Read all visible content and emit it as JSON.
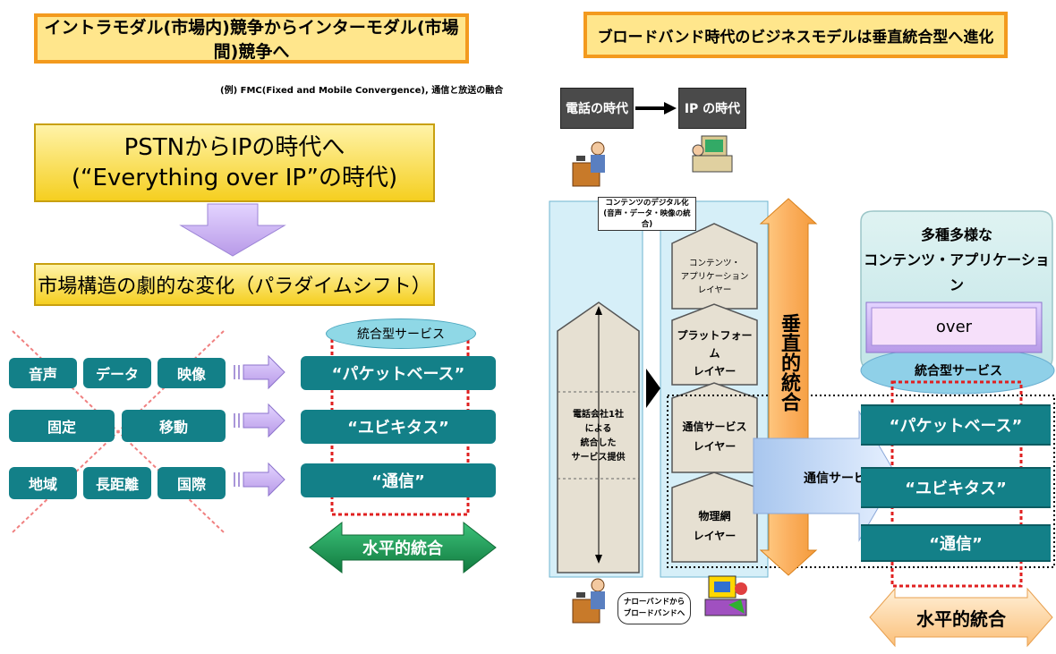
{
  "left": {
    "title": "イントラモダル(市場内)競争からインターモダル(市場間)競争へ",
    "example": "(例) FMC(Fixed and Mobile Convergence), 通信と放送の融合",
    "banner_line1": "PSTNからIPの時代へ",
    "banner_line2": "(“Everything over IP”の時代)",
    "paradigm": "市場構造の劇的な変化（パラダイムシフト）",
    "integrated_service": "統合型サービス",
    "row1": [
      "音声",
      "データ",
      "映像"
    ],
    "row2": [
      "固定",
      "移動"
    ],
    "row3": [
      "地域",
      "長距離",
      "国際"
    ],
    "outputs": [
      "“パケットベース”",
      "“ユビキタス”",
      "“通信”"
    ],
    "horizontal": "水平的統合"
  },
  "right": {
    "title": "ブロードバンド時代のビジネスモデルは垂直統合型へ進化",
    "era_phone": "電話の時代",
    "era_ip": "IP の時代",
    "digitize_line1": "コンテンツのデジタル化",
    "digitize_line2": "(音声・データ・映像の統合)",
    "phone_company_lines": [
      "電話会社1社",
      "による",
      "統合した",
      "サービス提供"
    ],
    "layer_contents_lines": [
      "コンテンツ・",
      "アプリケーション",
      "レイヤー"
    ],
    "layer_platform_lines": [
      "プラットフォーム",
      "レイヤー"
    ],
    "layer_comm_lines": [
      "通信サービス",
      "レイヤー"
    ],
    "layer_physical_lines": [
      "物理網",
      "レイヤー"
    ],
    "vertical": "垂直的統合",
    "comm_service": "通信サービス",
    "variety_line1": "多種多様な",
    "variety_line2": "コンテンツ・アプリケーション",
    "over": "over",
    "integrated_service": "統合型サービス",
    "outputs": [
      "“パケットベース”",
      "“ユビキタス”",
      "“通信”"
    ],
    "horizontal": "水平的統合",
    "narrow_line1": "ナローバンドから",
    "narrow_line2": "ブロードバンドへ"
  },
  "colors": {
    "orange_border": "#f39a1e",
    "teal": "#138088",
    "lavender": "#c9b0f0",
    "green": "#1f9e5a",
    "red_dotted": "#e02020",
    "pale_blue": "#d6eff8",
    "gray_block": "#e6e0d2"
  },
  "icons": [
    "telephone-person-icon",
    "computer-user-icon",
    "multimedia-user-icon"
  ]
}
